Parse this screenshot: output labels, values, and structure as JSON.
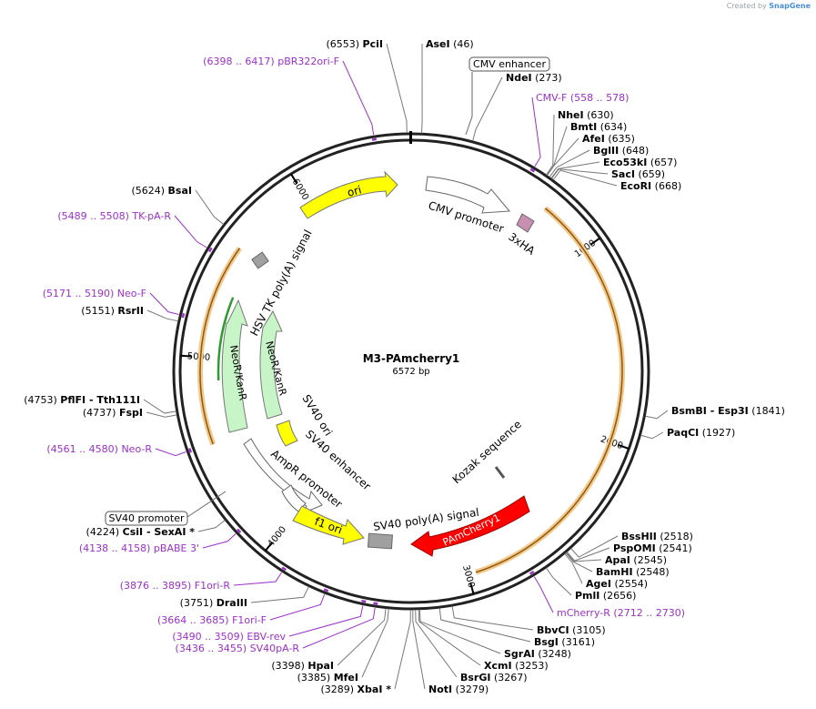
{
  "credit": {
    "prefix": "Created by",
    "brand": "SnapGene"
  },
  "plasmid": {
    "name": "M3-PAmcherry1",
    "size_label": "6572 bp",
    "length": 6572
  },
  "tick_labels": [
    {
      "pos": 1000,
      "text": "1000"
    },
    {
      "pos": 2000,
      "text": "2000"
    },
    {
      "pos": 3000,
      "text": "3000"
    },
    {
      "pos": 4000,
      "text": "4000"
    },
    {
      "pos": 5000,
      "text": "5000"
    },
    {
      "pos": 6000,
      "text": "6000"
    }
  ],
  "sites": [
    {
      "name": "PciI",
      "num": "(6553)",
      "pos": 6553,
      "numfirst": true
    },
    {
      "name": "AseI",
      "num": "(46)",
      "pos": 46
    },
    {
      "name": "NdeI",
      "num": "(273)",
      "pos": 273
    },
    {
      "name": "NheI",
      "num": "(630)",
      "pos": 630
    },
    {
      "name": "BmtI",
      "num": "(634)",
      "pos": 634
    },
    {
      "name": "AfeI",
      "num": "(635)",
      "pos": 635
    },
    {
      "name": "BglII",
      "num": "(648)",
      "pos": 648
    },
    {
      "name": "Eco53kI",
      "num": "(657)",
      "pos": 657
    },
    {
      "name": "SacI",
      "num": "(659)",
      "pos": 659
    },
    {
      "name": "EcoRI",
      "num": "(668)",
      "pos": 668
    },
    {
      "name": "BsmBI  - Esp3I",
      "num": "(1841)",
      "pos": 1841
    },
    {
      "name": "PaqCI",
      "num": "(1927)",
      "pos": 1927
    },
    {
      "name": "BssHII",
      "num": "(2518)",
      "pos": 2518
    },
    {
      "name": "PspOMI",
      "num": "(2541)",
      "pos": 2541
    },
    {
      "name": "ApaI",
      "num": "(2545)",
      "pos": 2545
    },
    {
      "name": "BamHI",
      "num": "(2548)",
      "pos": 2548
    },
    {
      "name": "AgeI",
      "num": "(2554)",
      "pos": 2554
    },
    {
      "name": "PmlI",
      "num": "(2656)",
      "pos": 2656
    },
    {
      "name": "BbvCI",
      "num": "(3105)",
      "pos": 3105
    },
    {
      "name": "BsgI",
      "num": "(3161)",
      "pos": 3161
    },
    {
      "name": "SgrAI",
      "num": "(3248)",
      "pos": 3248
    },
    {
      "name": "XcmI",
      "num": "(3253)",
      "pos": 3253
    },
    {
      "name": "BsrGI",
      "num": "(3267)",
      "pos": 3267
    },
    {
      "name": "NotI",
      "num": "(3279)",
      "pos": 3279
    },
    {
      "name": "XbaI *",
      "num": "(3289)",
      "pos": 3289,
      "numfirst": true
    },
    {
      "name": "MfeI",
      "num": "(3385)",
      "pos": 3385,
      "numfirst": true
    },
    {
      "name": "HpaI",
      "num": "(3398)",
      "pos": 3398,
      "numfirst": true
    },
    {
      "name": "DraIII",
      "num": "(3751)",
      "pos": 3751,
      "numfirst": true
    },
    {
      "name": "CsiI   - SexAI *",
      "num": "(4224)",
      "pos": 4224,
      "numfirst": true
    },
    {
      "name": "FspI",
      "num": "(4737)",
      "pos": 4737,
      "numfirst": true
    },
    {
      "name": "PflFI   - Tth111I",
      "num": "(4753)",
      "pos": 4753,
      "numfirst": true
    },
    {
      "name": "RsrII",
      "num": "(5151)",
      "pos": 5151,
      "numfirst": true
    },
    {
      "name": "BsaI",
      "num": "(5624)",
      "pos": 5624,
      "numfirst": true
    }
  ],
  "primers": [
    {
      "name": "pBR322ori-F",
      "range": "(6398 .. 6417)",
      "pos": 6407,
      "rangefirst": true
    },
    {
      "name": "CMV-F",
      "range": "(558 .. 578)",
      "pos": 568
    },
    {
      "name": "mCherry-R",
      "range": "(2712 .. 2730)",
      "pos": 2721
    },
    {
      "name": "SV40pA-R",
      "range": "(3436 .. 3455)",
      "pos": 3445,
      "rangefirst": true
    },
    {
      "name": "EBV-rev",
      "range": "(3490 .. 3509)",
      "pos": 3499,
      "rangefirst": true
    },
    {
      "name": "F1ori-F",
      "range": "(3664 .. 3685)",
      "pos": 3674,
      "rangefirst": true
    },
    {
      "name": "F1ori-R",
      "range": "(3876 .. 3895)",
      "pos": 3885,
      "rangefirst": true
    },
    {
      "name": "pBABE 3'",
      "range": "(4138 .. 4158)",
      "pos": 4148,
      "rangefirst": true
    },
    {
      "name": "Neo-R",
      "range": "(4561 .. 4580)",
      "pos": 4570,
      "rangefirst": true
    },
    {
      "name": "Neo-F",
      "range": "(5171 .. 5190)",
      "pos": 5180,
      "rangefirst": true
    },
    {
      "name": "TK-pA-R",
      "range": "(5489 .. 5508)",
      "pos": 5498,
      "rangefirst": true
    }
  ],
  "boxed_labels": [
    {
      "text": "CMV enhancer"
    },
    {
      "text": "SV40 promoter"
    }
  ],
  "features": [
    {
      "label": "ori",
      "color": "#ffff00"
    },
    {
      "label": "CMV promoter",
      "color": "#ffffff"
    },
    {
      "label": "3xHA",
      "color": "#c98fb0"
    },
    {
      "label": "HSV TK poly(A) signal",
      "color": "#a0a0a0"
    },
    {
      "label": "NeoR/KanR",
      "color": "#c8f5c8"
    },
    {
      "label": "NeoR/KanR",
      "color": "#c8f5c8"
    },
    {
      "label": "SV40 ori",
      "color": "#ffff00"
    },
    {
      "label": "SV40 enhancer",
      "color": "#ffffff"
    },
    {
      "label": "AmpR promoter",
      "color": "#ffffff"
    },
    {
      "label": "f1 ori",
      "color": "#ffff00"
    },
    {
      "label": "SV40 poly(A) signal",
      "color": "#a0a0a0"
    },
    {
      "label": "PAmCherry1",
      "color": "#ff0000"
    },
    {
      "label": "Kozak sequence",
      "color": "#ffffff"
    }
  ],
  "colors": {
    "primer": "#9b30c8",
    "orf": "#e8a33c",
    "line": "#666666"
  }
}
